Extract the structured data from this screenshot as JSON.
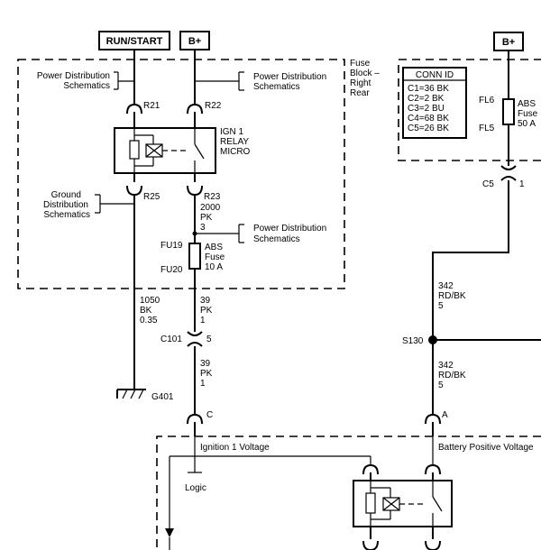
{
  "power_sources": {
    "run_start": "RUN/START",
    "b_plus_left": "B+",
    "b_plus_right": "B+"
  },
  "fuse_block": {
    "label_line1": "Fuse",
    "label_line2": "Block –",
    "label_line3": "Right",
    "label_line4": "Rear"
  },
  "references": {
    "pds_left_line1": "Power Distribution",
    "pds_left_line2": "Schematics",
    "pds_right_line1": "Power Distribution",
    "pds_right_line2": "Schematics",
    "pds_mid_line1": "Power Distribution",
    "pds_mid_line2": "Schematics",
    "ground_line1": "Ground",
    "ground_line2": "Distribution",
    "ground_line3": "Schematics"
  },
  "relay": {
    "name_line1": "IGN 1",
    "name_line2": "RELAY",
    "name_line3": "MICRO"
  },
  "terminals": {
    "r21": "R21",
    "r22": "R22",
    "r25": "R25",
    "r23": "R23",
    "fu19": "FU19",
    "fu20": "FU20",
    "fl6": "FL6",
    "fl5": "FL5"
  },
  "fuses": {
    "abs_fuse_line1": "ABS",
    "abs_fuse_line2": "Fuse",
    "abs_fuse_line3": "10 A",
    "abs_big_line1": "ABS",
    "abs_big_line2": "Fuse",
    "abs_big_line3": "50 A"
  },
  "wires": {
    "w_2000_gauge": "2000",
    "w_2000_color": "PK",
    "w_2000_size": "3",
    "w_1050_gauge": "1050",
    "w_1050_color": "BK",
    "w_1050_size": "0.35",
    "w_39a_gauge": "39",
    "w_39a_color": "PK",
    "w_39a_size": "1",
    "w_39b_gauge": "39",
    "w_39b_color": "PK",
    "w_39b_size": "1",
    "w_342a_gauge": "342",
    "w_342a_color": "RD/BK",
    "w_342a_size": "5",
    "w_342b_gauge": "342",
    "w_342b_color": "RD/BK",
    "w_342b_size": "5"
  },
  "connectors": {
    "c101": "C101",
    "c101_pin": "5",
    "c5": "C5",
    "c5_pin": "1",
    "pin_c": "C",
    "pin_a": "A"
  },
  "splice": "S130",
  "ground": "G401",
  "conn_id": {
    "title": "CONN ID",
    "lines": [
      "C1=36 BK",
      "C2=2 BK",
      "C3=2 BU",
      "C4=68 BK",
      "C5=26 BK"
    ]
  },
  "module": {
    "ignition_label": "Ignition 1 Voltage",
    "battery_label": "Battery Positive Voltage",
    "logic_label": "Logic"
  }
}
